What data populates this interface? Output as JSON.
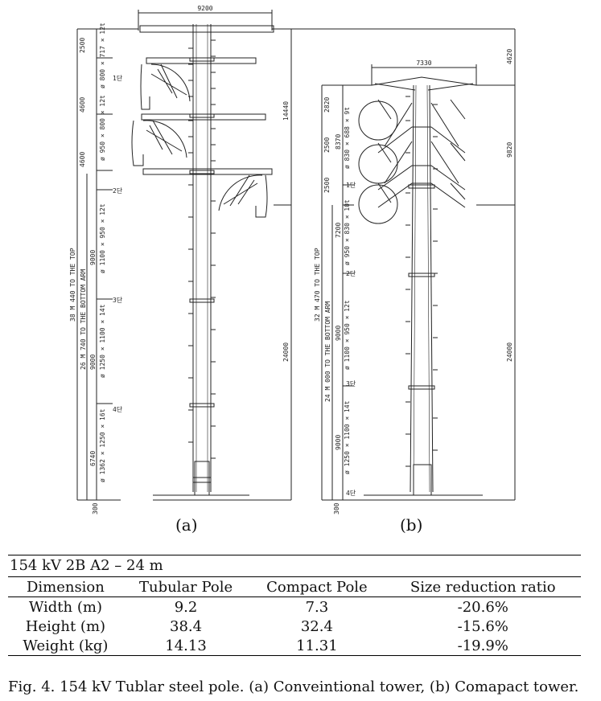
{
  "figure": {
    "panel_a_label": "(a)",
    "panel_b_label": "(b)",
    "tower_a": {
      "top_width": "9200",
      "total_height_text": "38 M 440 TO THE TOP",
      "bottom_arm_text": "26 M 740 TO THE BOTTOM ARM",
      "right_dim": "14440",
      "bottom_dim": "24000",
      "base_dim": "300",
      "arm_spacing": [
        "2500",
        "4600",
        "4600"
      ],
      "sections": [
        "9000",
        "9000",
        "6740"
      ],
      "section_specs": [
        "ø 800 × 717 × 12t",
        "ø 950 × 800 × 12t",
        "ø 1100 × 950 × 12t",
        "ø 1250 × 1100 × 14t",
        "ø 1362 × 1250 × 16t"
      ],
      "joints": [
        "1단",
        "2단",
        "3단",
        "4단"
      ]
    },
    "tower_b": {
      "top_width": "7330",
      "total_height_text": "32 M 470 TO THE TOP",
      "bottom_arm_text": "24 M 000 TO THE BOTTOM ARM",
      "top_dim": "4620",
      "right_mid_dim": "9820",
      "bottom_dim": "24000",
      "base_dim": "300",
      "arm_spacing": [
        "2820",
        "2500",
        "2500"
      ],
      "sections": [
        "8370",
        "7200",
        "9000",
        "9000"
      ],
      "section_specs": [
        "ø 830 × 688 × 9t",
        "ø 950 × 830 × 10t",
        "ø 1100 × 950 × 12t",
        "ø 1250 × 1100 × 14t"
      ],
      "joints": [
        "1단",
        "2단",
        "3단",
        "4단"
      ]
    }
  },
  "table": {
    "caption": "154 kV 2B A2 – 24 m",
    "headers": [
      "Dimension",
      "Tubular Pole",
      "Compact Pole",
      "Size reduction ratio"
    ],
    "rows": [
      [
        "Width (m)",
        "9.2",
        "7.3",
        "-20.6%"
      ],
      [
        "Height (m)",
        "38.4",
        "32.4",
        "-15.6%"
      ],
      [
        "Weight (kg)",
        "14.13",
        "11.31",
        "-19.9%"
      ]
    ]
  },
  "caption": "Fig. 4. 154 kV Tublar steel pole. (a) Conveintional tower, (b) Comapact tower."
}
